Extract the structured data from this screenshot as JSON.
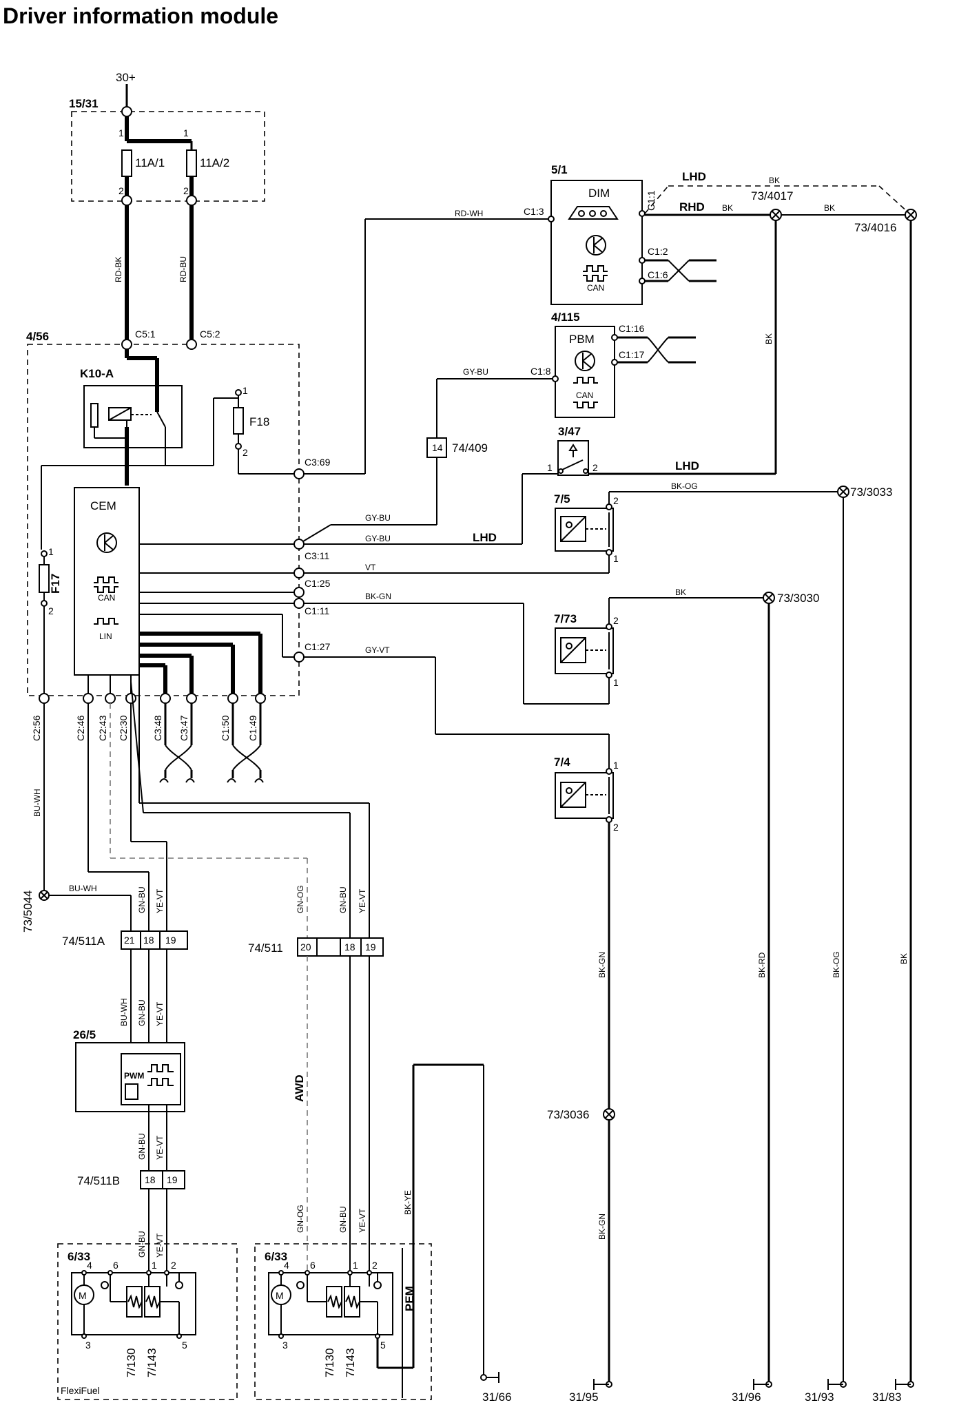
{
  "title": "Driver information module",
  "top": {
    "supply": "30+",
    "fusebox": "15/31",
    "fuse1": "11A/1",
    "fuse2": "11A/2",
    "pin1a": "1",
    "pin1b": "1",
    "pin2a": "2",
    "pin2b": "2"
  },
  "wires": {
    "rd_bk": "RD-BK",
    "rd_bu": "RD-BU",
    "rd_wh": "RD-WH",
    "gy_bu": "GY-BU",
    "gy_bu2": "GY-BU",
    "gy_bu3": "GY-BU",
    "vt": "VT",
    "bk_gn": "BK-GN",
    "gy_vt": "GY-VT",
    "bk_og": "BK-OG",
    "bk1": "BK",
    "bk2": "BK",
    "bk3": "BK",
    "bk4": "BK",
    "bk5": "BK",
    "bk6": "BK",
    "bu_wh": "BU-WH",
    "bu_wh2": "BU-WH",
    "bu_wh3": "BU-WH",
    "gn_bu1": "GN-BU",
    "ye_vt1": "YE-VT",
    "gn_og1": "GN-OG",
    "gn_bu2": "GN-BU",
    "ye_vt2": "YE-VT",
    "gn_bu3": "GN-BU",
    "ye_vt3": "YE-VT",
    "gn_bu4": "GN-BU",
    "ye_vt4": "YE-VT",
    "gn_bu5": "GN-BU",
    "ye_vt5": "YE-VT",
    "gn_og2": "GN-OG",
    "bk_gn2": "BK-GN",
    "bk_gn3": "BK-GN",
    "bk_rd": "BK-RD",
    "bk_og2": "BK-OG",
    "bk_ye": "BK-YE",
    "awd": "AWD"
  },
  "dim": {
    "ref": "5/1",
    "name": "DIM",
    "can": "CAN",
    "c13": "C1:3",
    "c11": "C1:1",
    "c12": "C1:2",
    "c16": "C1:6",
    "lhd": "LHD",
    "rhd": "RHD"
  },
  "pbm": {
    "ref": "4/115",
    "name": "PBM",
    "can": "CAN",
    "c116": "C1:16",
    "c117": "C1:17",
    "c18": "C1:8"
  },
  "cem": {
    "ref": "4/56",
    "relay": "K10-A",
    "name": "CEM",
    "can": "CAN",
    "lin": "LIN",
    "f18": "F18",
    "f17": "F17",
    "c51": "C5:1",
    "c52": "C5:2",
    "c369": "C3:69",
    "c311": "C3:11",
    "c125": "C1:25",
    "c111": "C1:11",
    "c127": "C1:27",
    "c256": "C2:56",
    "c246": "C2:46",
    "c243": "C2:43",
    "c230": "C2:30",
    "c348": "C3:48",
    "c347": "C3:47",
    "c150": "C1:50",
    "c149": "C1:49",
    "p1": "1",
    "p2": "2",
    "p3": "1",
    "p4": "2"
  },
  "switch347": {
    "ref": "3/47",
    "p1": "1",
    "p2": "2",
    "lhd": "LHD",
    "lhd2": "LHD"
  },
  "conn74409": {
    "ref": "74/409",
    "pin": "14"
  },
  "sensors": [
    {
      "ref": "7/5",
      "pa": "2",
      "pb": "1"
    },
    {
      "ref": "7/73",
      "pa": "2",
      "pb": "1"
    },
    {
      "ref": "7/4",
      "pa": "1",
      "pb": "2"
    }
  ],
  "grounds": {
    "g4017": "73/4017",
    "g4016": "73/4016",
    "g3033": "73/3033",
    "g3030": "73/3030",
    "g3036": "73/3036",
    "g5044": "73/5044"
  },
  "conn511A": {
    "ref": "74/511A",
    "p1": "21",
    "p2": "18",
    "p3": "19"
  },
  "conn511": {
    "ref": "74/511",
    "p1": "20",
    "p2": "18",
    "p3": "19"
  },
  "conn511B": {
    "ref": "74/511B",
    "p1": "18",
    "p2": "19"
  },
  "ff265": {
    "ref": "26/5",
    "pwm": "PWM"
  },
  "pump1": {
    "ref": "6/33",
    "p4": "4",
    "p6": "6",
    "p1": "1",
    "p2": "2",
    "p3": "3",
    "p5": "5",
    "r1": "7/130",
    "r2": "7/143",
    "label": "FlexiFuel"
  },
  "pump2": {
    "ref": "6/33",
    "p4": "4",
    "p6": "6",
    "p1": "1",
    "p2": "2",
    "p3": "3",
    "p5": "5",
    "r1": "7/130",
    "r2": "7/143",
    "pem": "PEM"
  },
  "earth": {
    "e66": "31/66",
    "e95": "31/95",
    "e96": "31/96",
    "e93": "31/93",
    "e83": "31/83"
  }
}
